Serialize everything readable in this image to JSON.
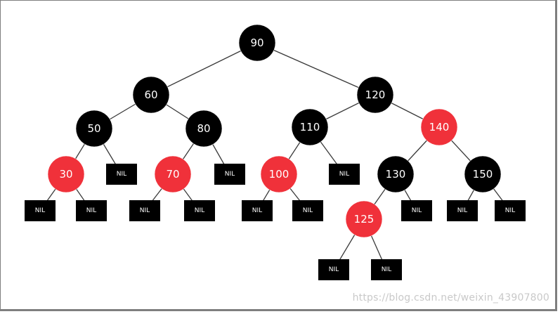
{
  "colors": {
    "black_node": "#000000",
    "red_node": "#f0313a",
    "edge": "#3a3a3a",
    "text": "#ffffff"
  },
  "tree": {
    "nodes": [
      {
        "id": "n90",
        "label": "90",
        "color": "black"
      },
      {
        "id": "n60",
        "label": "60",
        "color": "black"
      },
      {
        "id": "n120",
        "label": "120",
        "color": "black"
      },
      {
        "id": "n50",
        "label": "50",
        "color": "black"
      },
      {
        "id": "n80",
        "label": "80",
        "color": "black"
      },
      {
        "id": "n110",
        "label": "110",
        "color": "black"
      },
      {
        "id": "n140",
        "label": "140",
        "color": "red"
      },
      {
        "id": "n30",
        "label": "30",
        "color": "red"
      },
      {
        "id": "n70",
        "label": "70",
        "color": "red"
      },
      {
        "id": "n100",
        "label": "100",
        "color": "red"
      },
      {
        "id": "n130",
        "label": "130",
        "color": "black"
      },
      {
        "id": "n150",
        "label": "150",
        "color": "black"
      },
      {
        "id": "n125",
        "label": "125",
        "color": "red"
      }
    ],
    "nil_label": "NIL",
    "edges": [
      [
        "n90",
        "n60"
      ],
      [
        "n90",
        "n120"
      ],
      [
        "n60",
        "n50"
      ],
      [
        "n60",
        "n80"
      ],
      [
        "n120",
        "n110"
      ],
      [
        "n120",
        "n140"
      ],
      [
        "n50",
        "n30"
      ],
      [
        "n50",
        "nil_50R"
      ],
      [
        "n80",
        "n70"
      ],
      [
        "n80",
        "nil_80R"
      ],
      [
        "n110",
        "n100"
      ],
      [
        "n110",
        "nil_110R"
      ],
      [
        "n140",
        "n130"
      ],
      [
        "n140",
        "n150"
      ],
      [
        "n30",
        "nil_30L"
      ],
      [
        "n30",
        "nil_30R"
      ],
      [
        "n70",
        "nil_70L"
      ],
      [
        "n70",
        "nil_70R"
      ],
      [
        "n100",
        "nil_100L"
      ],
      [
        "n100",
        "nil_100R"
      ],
      [
        "n130",
        "n125"
      ],
      [
        "n130",
        "nil_130R"
      ],
      [
        "n150",
        "nil_150L"
      ],
      [
        "n150",
        "nil_150R"
      ],
      [
        "n125",
        "nil_125L"
      ],
      [
        "n125",
        "nil_125R"
      ]
    ]
  },
  "watermark": "https://blog.csdn.net/weixin_43907800"
}
